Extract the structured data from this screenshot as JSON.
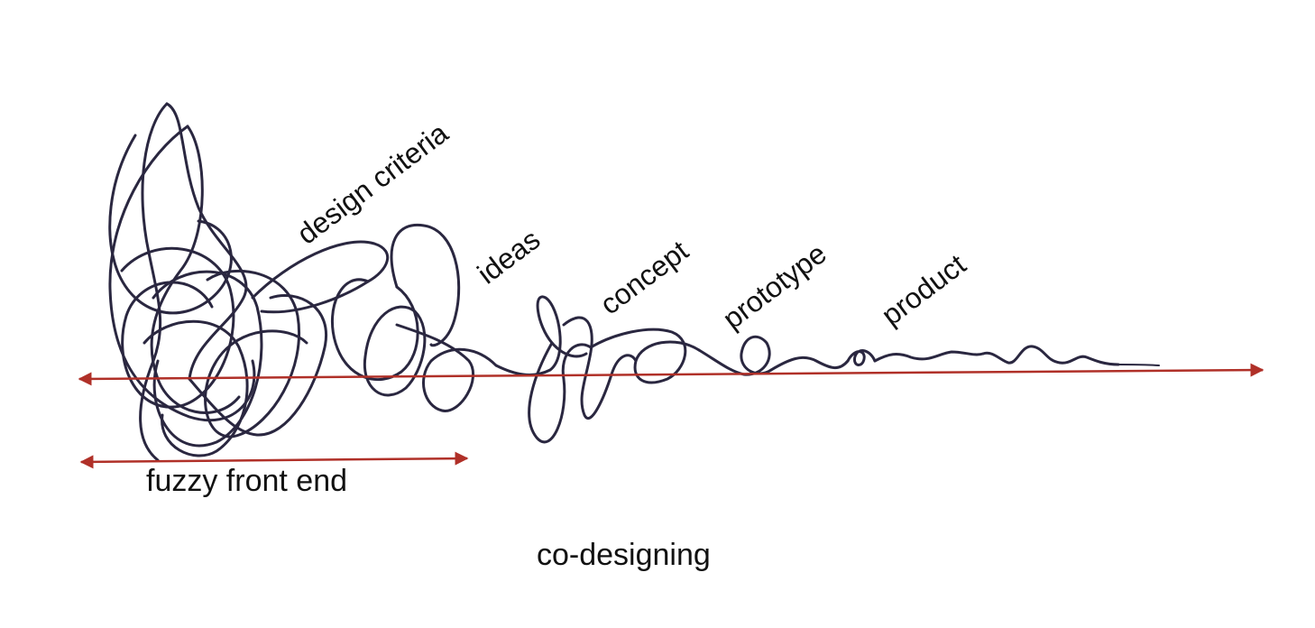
{
  "stage_labels": [
    {
      "id": "design-criteria",
      "text": "design criteria"
    },
    {
      "id": "ideas",
      "text": "ideas"
    },
    {
      "id": "concept",
      "text": "concept"
    },
    {
      "id": "prototype",
      "text": "prototype"
    },
    {
      "id": "product",
      "text": "product"
    }
  ],
  "fuzzy_front_end_label": "fuzzy front end",
  "process_label": "co-designing",
  "colors": {
    "squiggle": "#2a2740",
    "arrow": "#b03028",
    "text": "#111111",
    "background": "#ffffff"
  }
}
